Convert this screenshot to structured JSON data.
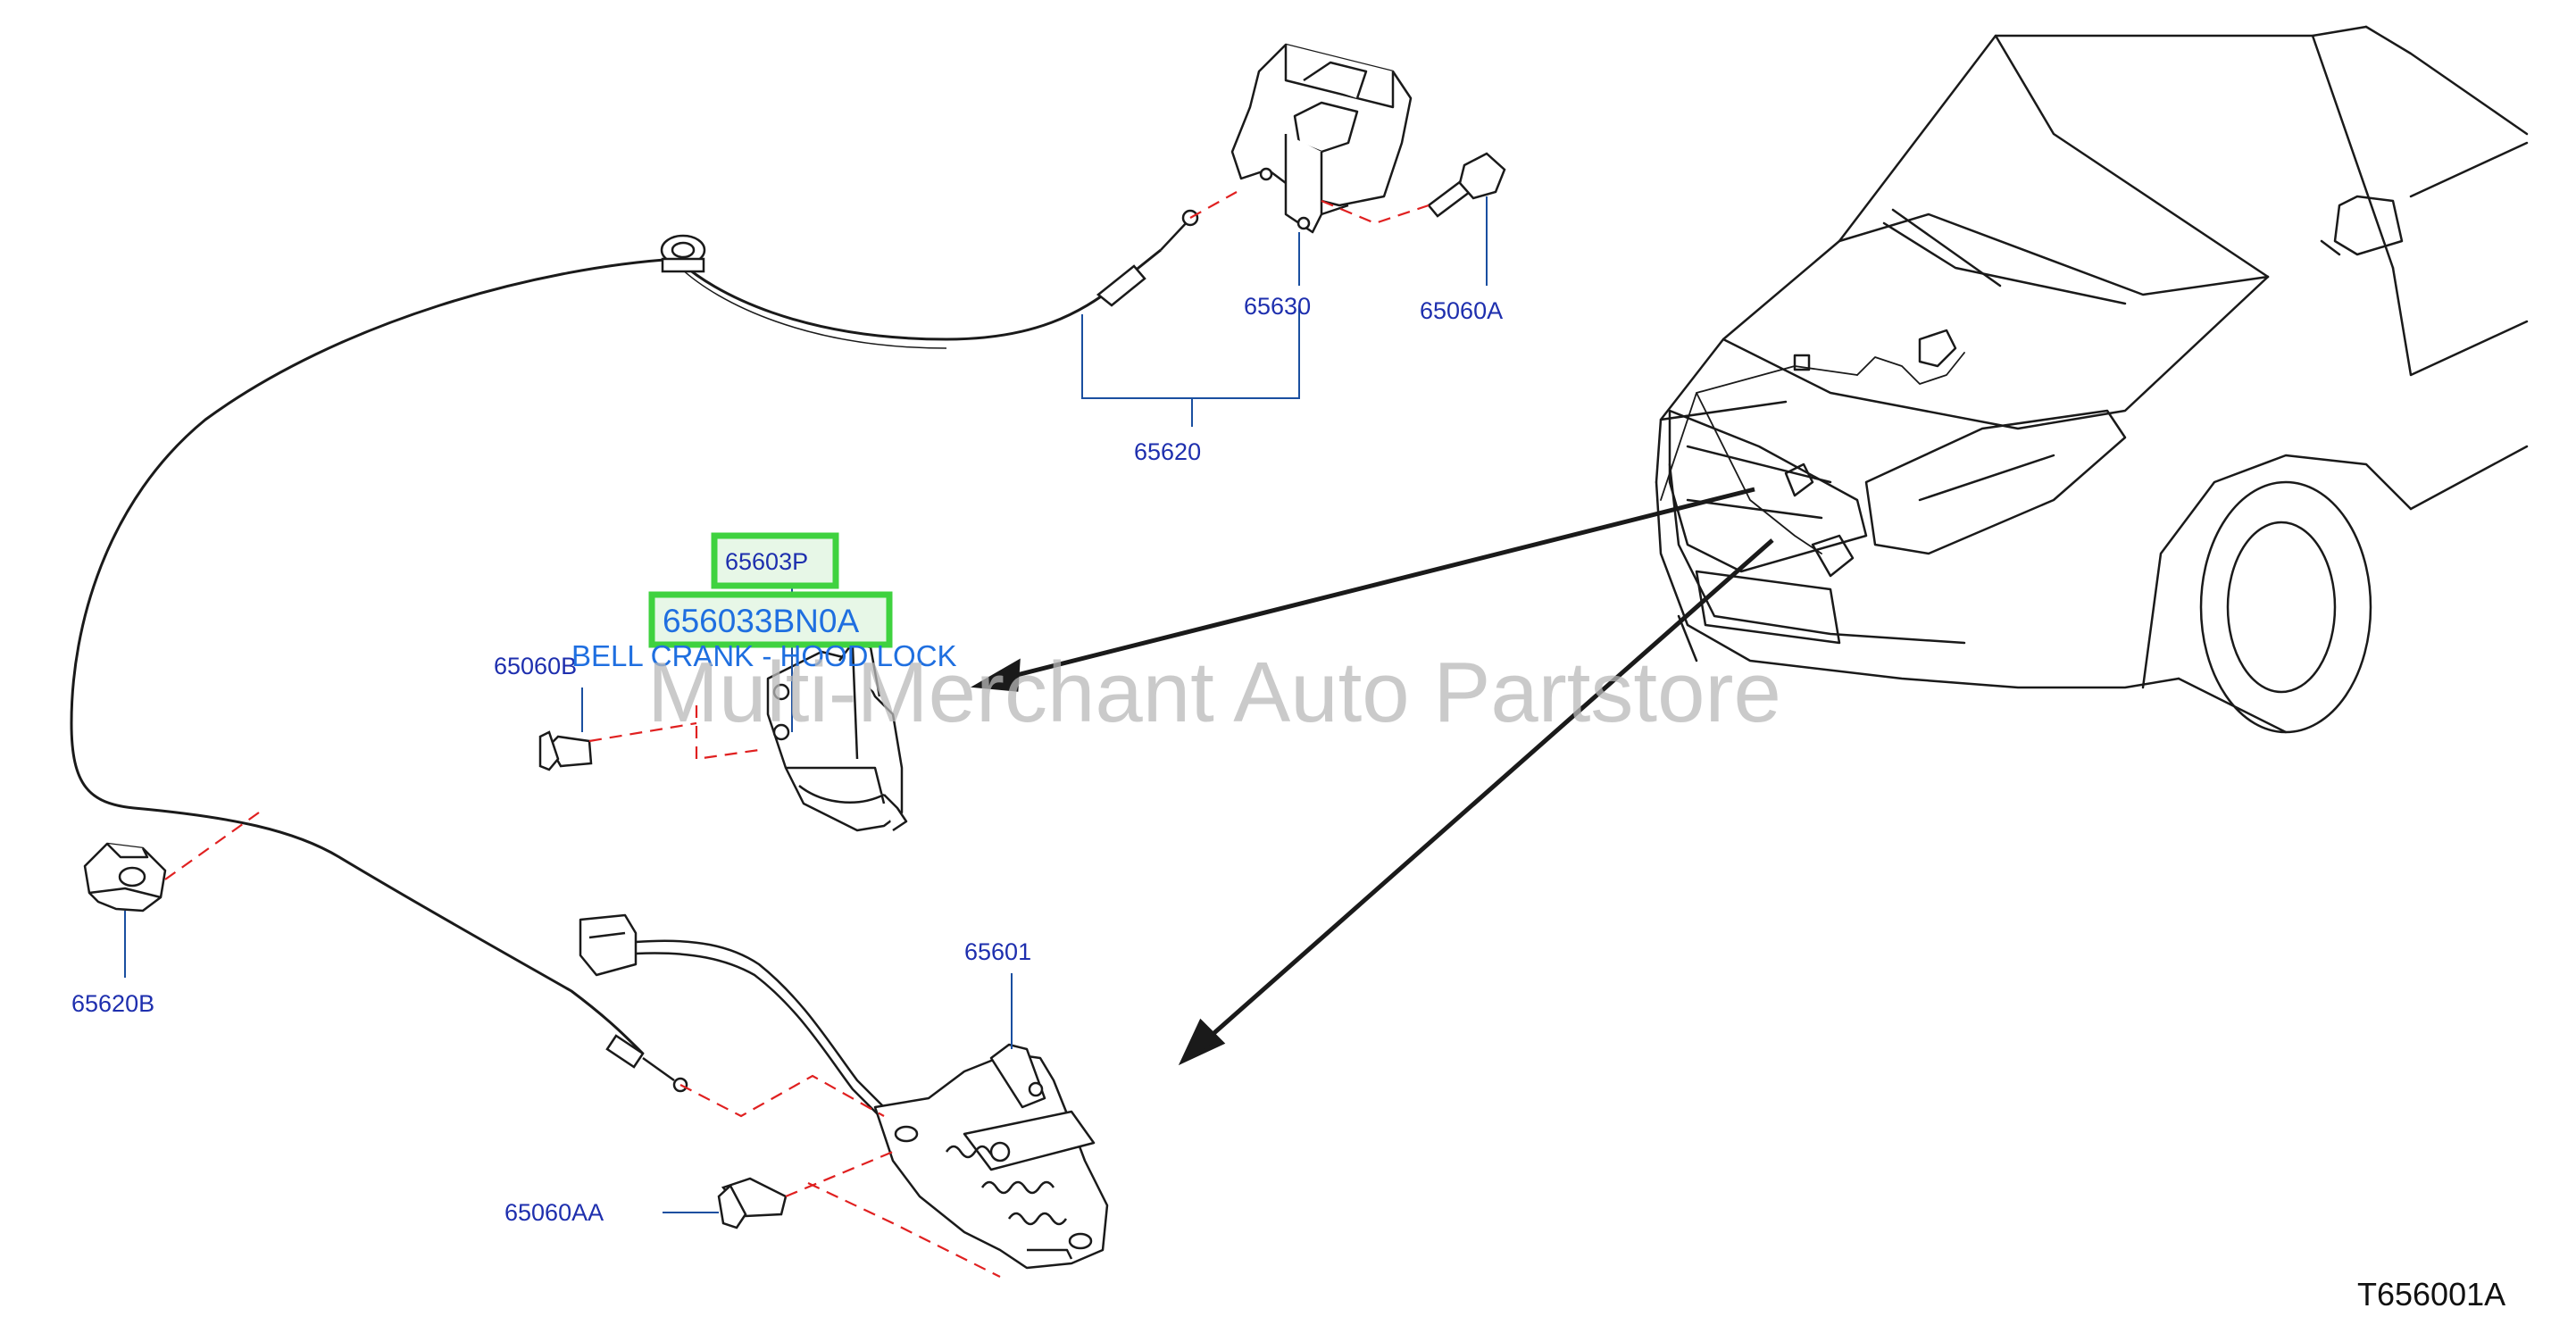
{
  "colors": {
    "label": "#1e2fae",
    "link_label": "#1f6fe0",
    "highlight_border": "#3fd23f",
    "highlight_fill": "#e7f7e7",
    "leader": "#e02020",
    "line": "#1a1a1a",
    "callout": "#1a4fa0",
    "watermark": "#b8b8b8"
  },
  "labels": {
    "p65630": "65630",
    "p65060A": "65060A",
    "p65620": "65620",
    "p65603P": "65603P",
    "p656033BN0A": "656033BN0A",
    "description": "BELL CRANK - HOOD LOCK",
    "p65060B": "65060B",
    "p65620B": "65620B",
    "p65601": "65601",
    "p65060AA": "65060AA",
    "diagram_code": "T656001A"
  },
  "watermark": "Multi-Merchant Auto Partstore"
}
